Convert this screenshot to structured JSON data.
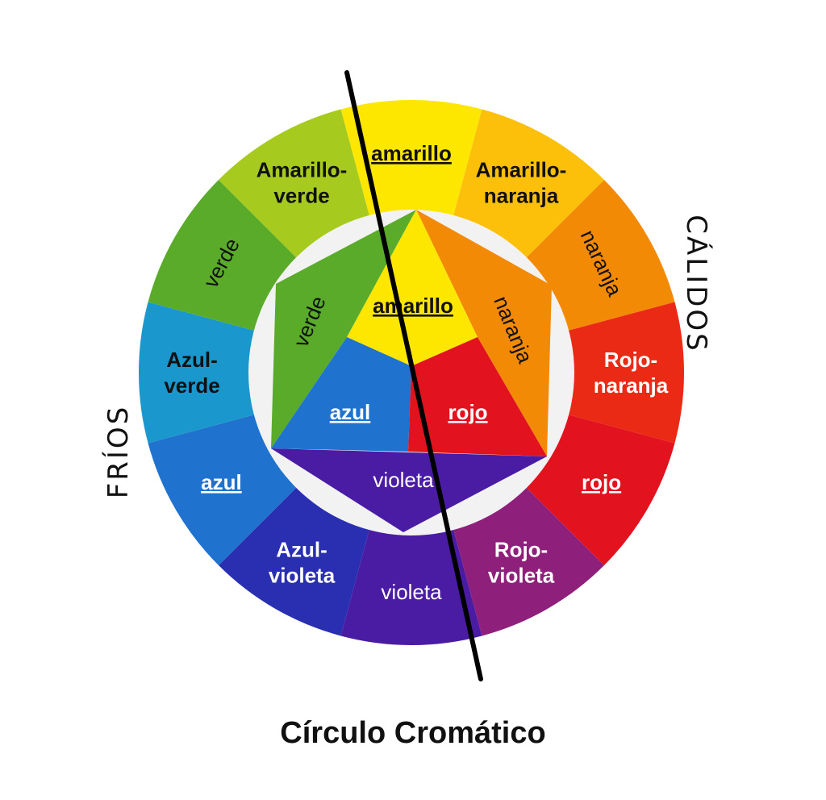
{
  "caption": "Círculo Cromático",
  "side_labels": {
    "cold": "FRÍOS",
    "warm": "CÁLIDOS"
  },
  "colors": {
    "amarillo": "#fde600",
    "amarillo_naranja": "#fcbf0a",
    "naranja": "#f38a06",
    "rojo_naranja": "#ea2a14",
    "rojo": "#e2131e",
    "rojo_violeta": "#8e1f7a",
    "violeta": "#4a1ca4",
    "azul_violeta": "#2a2fb2",
    "azul": "#1f73cf",
    "azul_verde": "#1a97cc",
    "verde": "#5aab2a",
    "amarillo_verde": "#a6cb1e",
    "inner_ring": "#f2f2f2",
    "divider": "#000000"
  },
  "outer_segments": [
    {
      "key": "amarillo",
      "lines": [
        "amarillo"
      ],
      "primary": true
    },
    {
      "key": "amarillo_naranja",
      "lines": [
        "Amarillo-",
        "naranja"
      ]
    },
    {
      "key": "naranja",
      "lines": [
        "naranja"
      ],
      "thin": true
    },
    {
      "key": "rojo_naranja",
      "lines": [
        "Rojo-",
        "naranja"
      ]
    },
    {
      "key": "rojo",
      "lines": [
        "rojo"
      ],
      "primary": true
    },
    {
      "key": "rojo_violeta",
      "lines": [
        "Rojo-",
        "violeta"
      ]
    },
    {
      "key": "violeta",
      "lines": [
        "violeta"
      ],
      "thin": true
    },
    {
      "key": "azul_violeta",
      "lines": [
        "Azul-",
        "violeta"
      ]
    },
    {
      "key": "azul",
      "lines": [
        "azul"
      ],
      "primary": true
    },
    {
      "key": "azul_verde",
      "lines": [
        "Azul-",
        "verde"
      ]
    },
    {
      "key": "verde",
      "lines": [
        "verde"
      ],
      "thin": true
    },
    {
      "key": "amarillo_verde",
      "lines": [
        "Amarillo-",
        "verde"
      ]
    }
  ],
  "inner": {
    "amarillo": "amarillo",
    "rojo": "rojo",
    "azul": "azul",
    "naranja": "naranja",
    "verde": "verde",
    "violeta": "violeta"
  }
}
